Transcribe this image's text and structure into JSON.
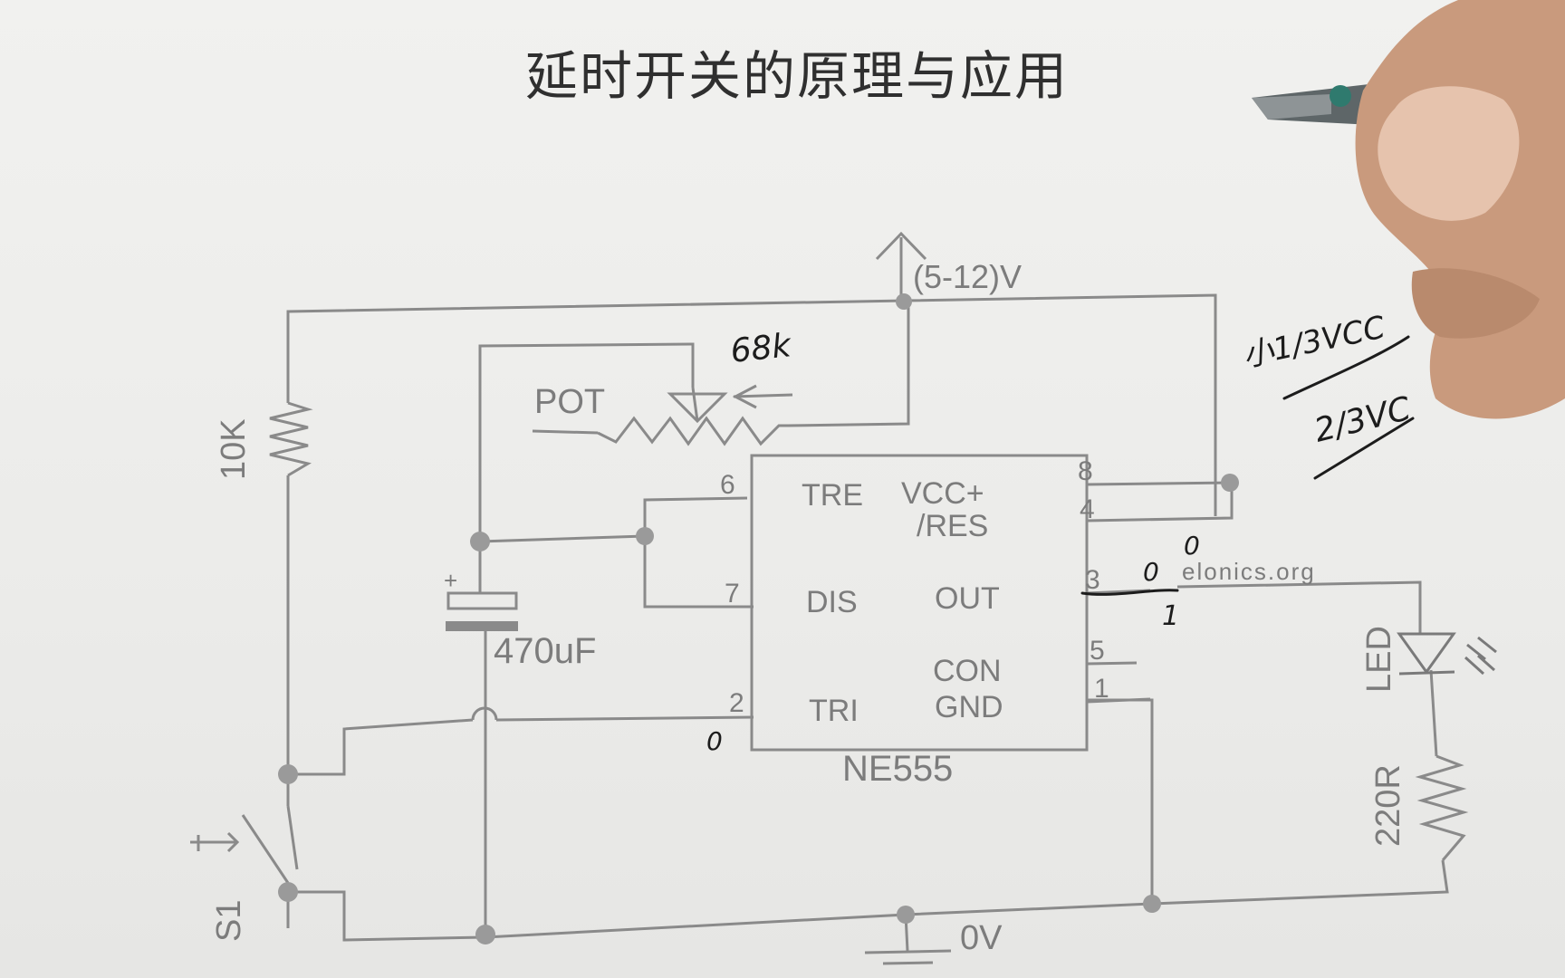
{
  "title": "延时开关的原理与应用",
  "supply_label": "(5-12)V",
  "ground_label": "0V",
  "pot": {
    "label": "POT",
    "value_note": "68k"
  },
  "r10k": {
    "label": "10K"
  },
  "cap": {
    "label": "470uF",
    "polarity": "+"
  },
  "chip": {
    "name": "NE555",
    "pins": {
      "p6": "6",
      "p7": "7",
      "p2": "2",
      "p8": "8",
      "p4": "4",
      "p3": "3",
      "p5": "5",
      "p1": "1"
    },
    "labels": {
      "tre": "TRE",
      "vcc": "VCC+",
      "res": "/RES",
      "dis": "DIS",
      "out": "OUT",
      "tri": "TRI",
      "con": "CON",
      "gnd": "GND"
    }
  },
  "led": {
    "label": "LED"
  },
  "r220": {
    "label": "220R"
  },
  "switch": {
    "label": "S1"
  },
  "watermark": "elonics.org",
  "annotations": {
    "zero_out_a": "0",
    "zero_out_b": "0",
    "one_out": "1",
    "zero_tri": "0",
    "low_note": "小1/3VCC",
    "high_note": "2/3VC"
  },
  "colors": {
    "paper": "#ececea",
    "printed_line": "#8a8a8a",
    "ink": "#1c1c1c",
    "title": "#2f2f2f"
  }
}
